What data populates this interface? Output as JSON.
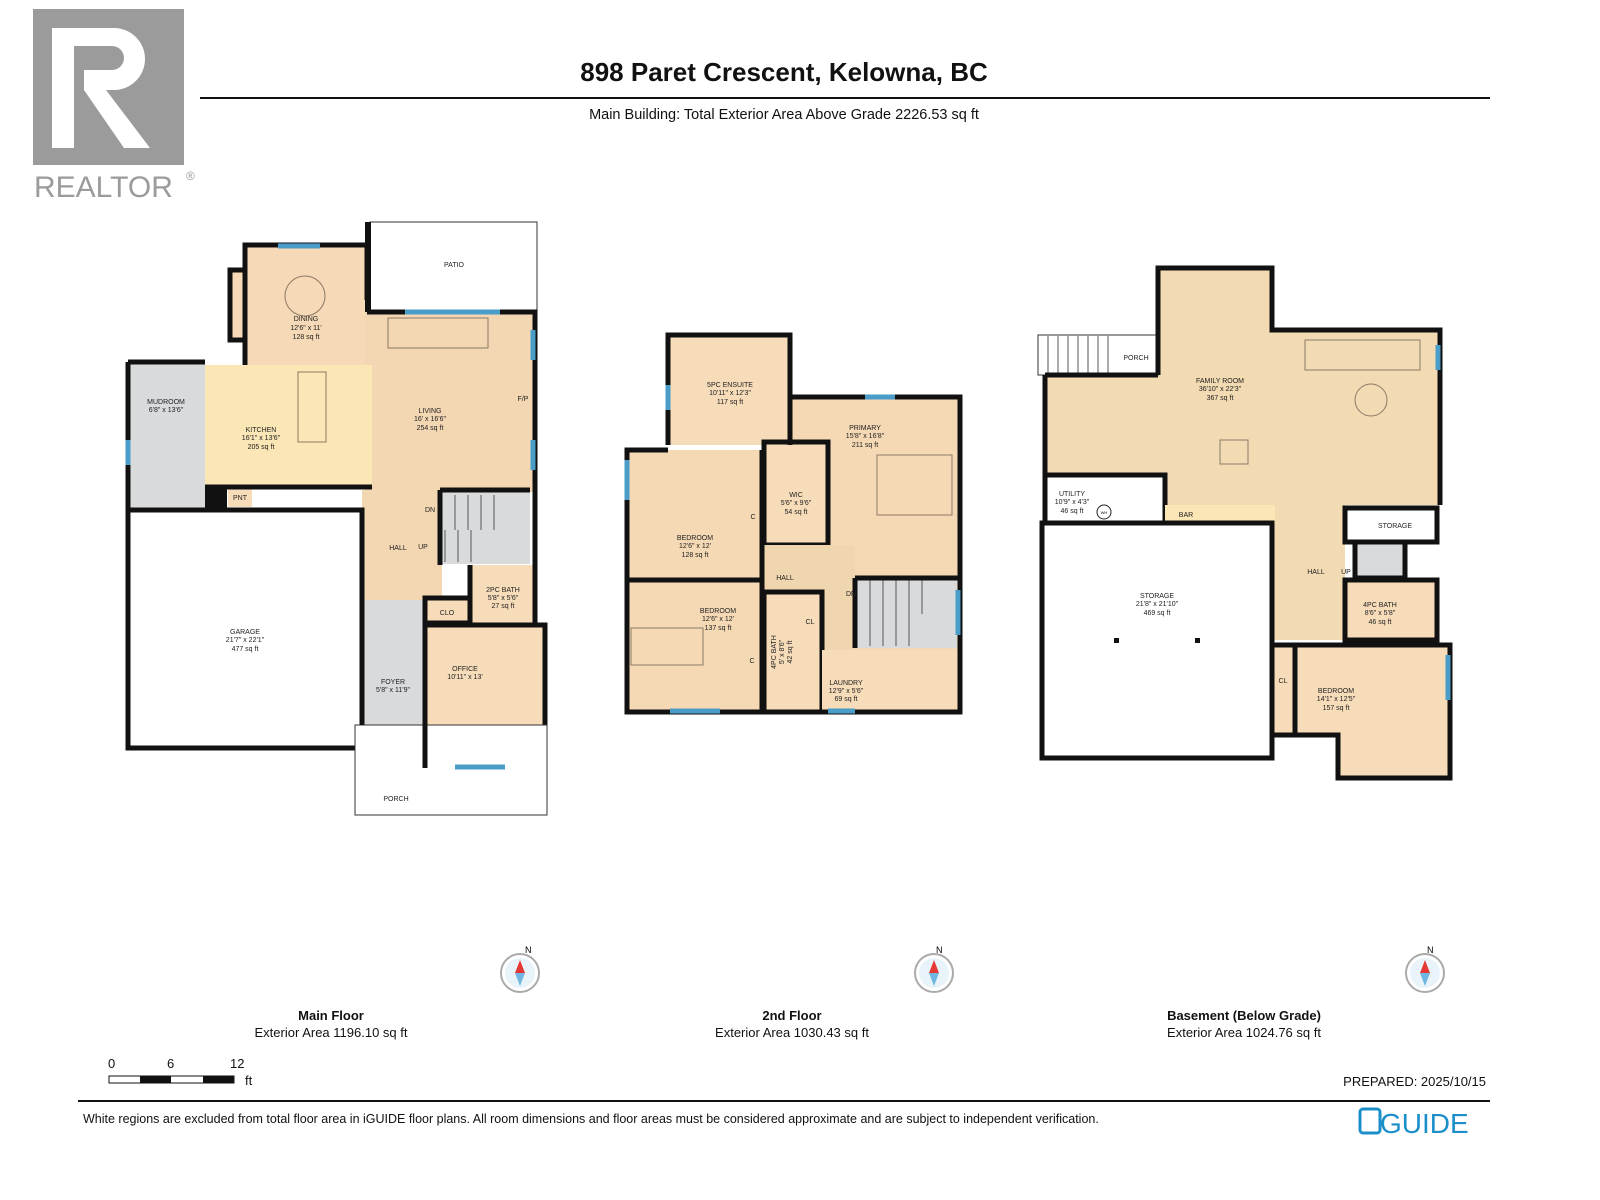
{
  "header": {
    "title": "898 Paret Crescent, Kelowna, BC",
    "subtitle": "Main Building: Total Exterior Area Above Grade 2226.53 sq ft"
  },
  "logos": {
    "realtor": "REALTOR",
    "iguide": "iGUIDE"
  },
  "colors": {
    "wall": "#111111",
    "room_fill": "#f5d9b5",
    "kitchen_fill": "#fbe6b6",
    "tile_fill": "#d9dadc",
    "window": "#4a9cc9",
    "compass_red": "#e53935",
    "compass_blue": "#6fb7e0",
    "iguide_blue": "#1b8fc9"
  },
  "main_floor": {
    "name": "Main Floor",
    "area": "Exterior Area 1196.10 sq ft",
    "rooms": {
      "patio": {
        "name": "PATIO"
      },
      "dining": {
        "name": "DINING",
        "dims": "12'6\" x 11'",
        "area": "128 sq ft"
      },
      "mudroom": {
        "name": "MUDROOM",
        "dims": "6'8\" x 13'6\""
      },
      "kitchen": {
        "name": "KITCHEN",
        "dims": "16'1\" x 13'6\"",
        "area": "205 sq ft"
      },
      "living": {
        "name": "LIVING",
        "dims": "16' x 16'6\"",
        "area": "254 sq ft"
      },
      "fp": {
        "name": "F/P"
      },
      "pnt": {
        "name": "PNT"
      },
      "hall": {
        "name": "HALL"
      },
      "dn": "DN",
      "up": "UP",
      "bath2": {
        "name": "2PC BATH",
        "dims": "5'8\" x 5'6\"",
        "area": "27 sq ft"
      },
      "clo": {
        "name": "CLO"
      },
      "garage": {
        "name": "GARAGE",
        "dims": "21'7\" x 22'1\"",
        "area": "477 sq ft"
      },
      "foyer": {
        "name": "FOYER",
        "dims": "5'8\" x 11'9\""
      },
      "office": {
        "name": "OFFICE",
        "dims": "10'11\" x 13'"
      },
      "porch": {
        "name": "PORCH"
      }
    }
  },
  "second_floor": {
    "name": "2nd Floor",
    "area": "Exterior Area 1030.43 sq ft",
    "rooms": {
      "ensuite": {
        "name": "5PC ENSUITE",
        "dims": "10'11\" x 12'3\"",
        "area": "117 sq ft"
      },
      "primary": {
        "name": "PRIMARY",
        "dims": "15'8\" x 16'8\"",
        "area": "211 sq ft"
      },
      "wic": {
        "name": "WIC",
        "dims": "5'6\" x 9'6\"",
        "area": "54 sq ft"
      },
      "bedroom1": {
        "name": "BEDROOM",
        "dims": "12'6\" x 12'",
        "area": "128 sq ft"
      },
      "bedroom2": {
        "name": "BEDROOM",
        "dims": "12'6\" x 12'",
        "area": "137 sq ft"
      },
      "hall": {
        "name": "HALL"
      },
      "dn": "DN",
      "cl": {
        "name": "CL"
      },
      "c1": "C",
      "c2": "C",
      "bath4": {
        "name": "4PC BATH",
        "dims": "5' x 8'6\"",
        "area": "42 sq ft"
      },
      "laundry": {
        "name": "LAUNDRY",
        "dims": "12'9\" x 5'6\"",
        "area": "69 sq ft"
      }
    }
  },
  "basement": {
    "name": "Basement (Below Grade)",
    "area": "Exterior Area 1024.76 sq ft",
    "rooms": {
      "porch": {
        "name": "PORCH"
      },
      "family": {
        "name": "FAMILY ROOM",
        "dims": "36'10\" x 22'3\"",
        "area": "367 sq ft"
      },
      "utility": {
        "name": "UTILITY",
        "dims": "10'9\" x 4'3\"",
        "area": "46 sq ft"
      },
      "wh": "WH",
      "bar": {
        "name": "BAR"
      },
      "storage_small": {
        "name": "STORAGE"
      },
      "storage": {
        "name": "STORAGE",
        "dims": "21'8\" x 21'10\"",
        "area": "469 sq ft"
      },
      "hall": {
        "name": "HALL"
      },
      "up": "UP",
      "bath4": {
        "name": "4PC BATH",
        "dims": "8'6\" x 5'8\"",
        "area": "46 sq ft"
      },
      "cl": {
        "name": "CL"
      },
      "bedroom": {
        "name": "BEDROOM",
        "dims": "14'1\" x 12'5\"",
        "area": "157 sq ft"
      }
    }
  },
  "compass": {
    "label": "N",
    "icon": "compass-icon"
  },
  "scale": {
    "ticks": [
      "0",
      "6",
      "12"
    ],
    "unit": "ft"
  },
  "prepared": "PREPARED: 2025/10/15",
  "disclaimer": "White regions are excluded from total floor area in iGUIDE floor plans. All room dimensions and floor areas must be considered approximate and are subject to independent verification."
}
